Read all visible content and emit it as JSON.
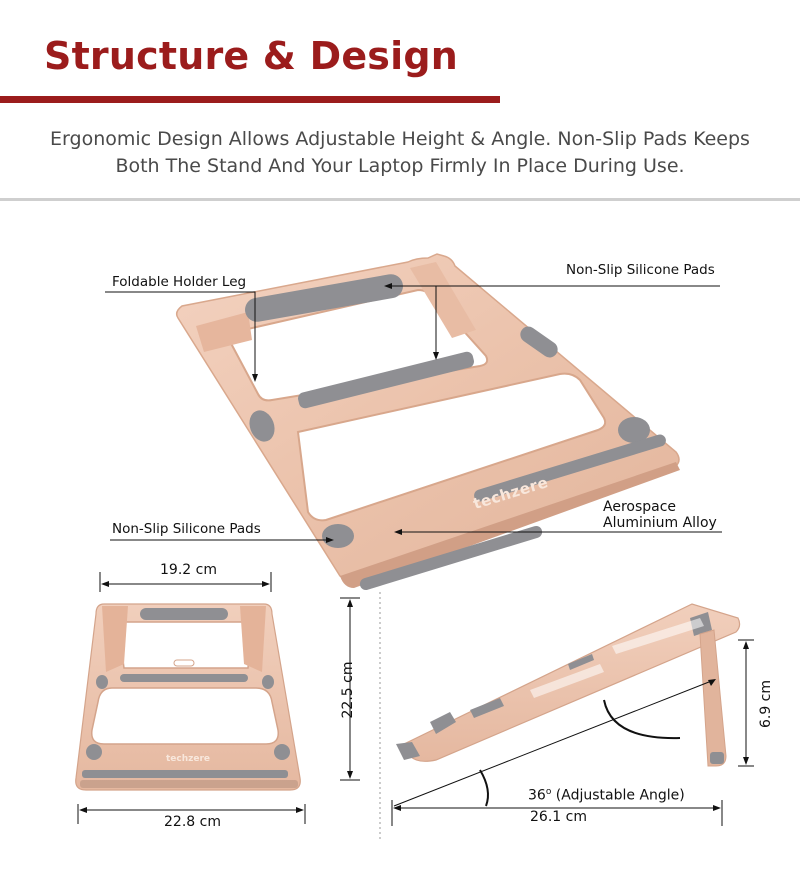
{
  "header": {
    "title": "Structure & Design",
    "intro_line1": "Ergonomic Design Allows Adjustable Height & Angle. Non-Slip Pads Keeps",
    "intro_line2": "Both The Stand And Your Laptop Firmly In Place During Use."
  },
  "callouts": {
    "foldable_leg": "Foldable Holder Leg",
    "pads_top": "Non-Slip Silicone Pads",
    "pads_bottom": "Non-Slip Silicone Pads",
    "material_line1": "Aerospace",
    "material_line2": "Aluminium Alloy"
  },
  "brand": "techzere",
  "dimensions": {
    "top_width": "19.2 cm",
    "bottom_width": "22.8 cm",
    "depth": "22.5 cm",
    "height": "6.9 cm",
    "angle": "36",
    "angle_degree_mark": "o",
    "angle_note": "(Adjustable Angle)",
    "side_length": "26.1 cm"
  },
  "colors": {
    "accent": "#9b1c1c",
    "aluminium": "#ecc3ad",
    "pad": "#8f8f93"
  }
}
